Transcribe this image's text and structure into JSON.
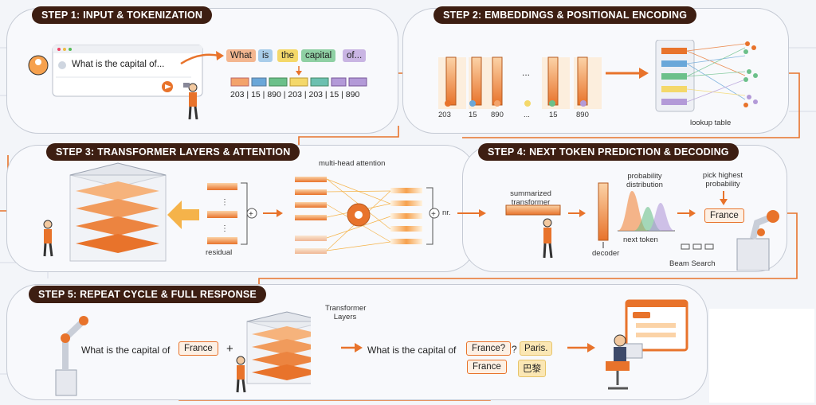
{
  "steps": {
    "s1": "STEP 1: INPUT & TOKENIZATION",
    "s2": "STEP 2: EMBEDDINGS & POSITIONAL ENCODING",
    "s3": "STEP 3: TRANSFORMER LAYERS & ATTENTION",
    "s4": "STEP 4: NEXT TOKEN PREDICTION & DECODING",
    "s5": "STEP 5: REPEAT CYCLE & FULL RESPONSE"
  },
  "step1": {
    "input_text": "What is the capital of...",
    "tokens": [
      "What",
      "is",
      "the",
      "capital",
      "of..."
    ],
    "token_ids": "203 | 15 | 890 | 203 | 203 | 15 | 890"
  },
  "step2": {
    "ids": [
      "203",
      "15",
      "890",
      "...",
      "15",
      "890"
    ],
    "lookup_label": "lookup table"
  },
  "step3": {
    "mha_label": "multi-head attention",
    "residual_label": "residual",
    "nr_label": "nr."
  },
  "step4": {
    "summarized": "summarized transformer",
    "decoder": "decoder",
    "prob": "probability distribution",
    "next_token": "next token",
    "pick": "pick highest probability",
    "france": "France",
    "beam": "Beam Search"
  },
  "step5": {
    "question": "What is the capital of",
    "france": "France",
    "plus": "+",
    "layers": "Transformer Layers",
    "question2": "What is the capital of",
    "france_q": "France?",
    "qmark": "?",
    "paris": "Paris.",
    "france2": "France",
    "paris_cn": "巴黎"
  },
  "colors": {
    "orange": "#e8732b",
    "dark": "#3d1e12",
    "token_what": "#f3b690",
    "token_is": "#a9cdea",
    "token_the": "#f4d86a",
    "token_capital": "#8fd0a4",
    "token_of": "#c9b5e3"
  }
}
